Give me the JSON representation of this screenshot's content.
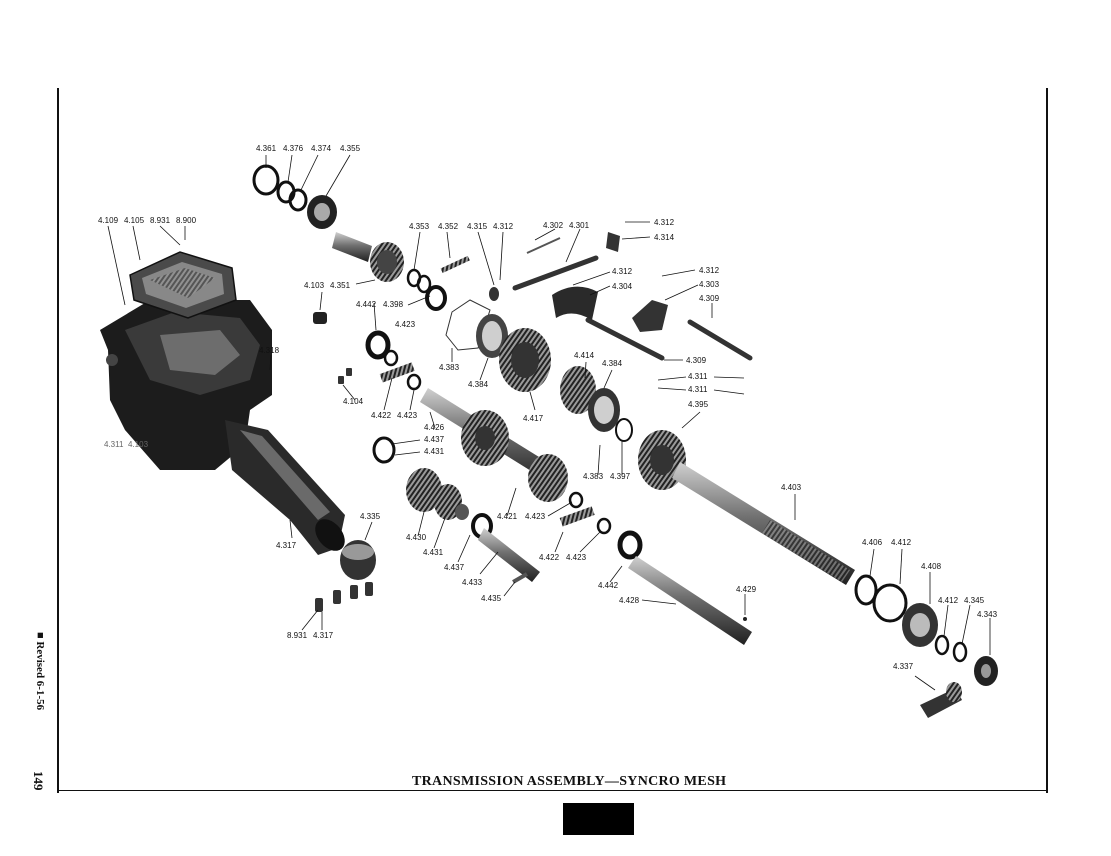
{
  "page": {
    "title": "TRANSMISSION ASSEMBLY—SYNCRO MESH",
    "page_number": "149",
    "revised": "■ Revised 6-1-56"
  },
  "labels": {
    "l4361": "4.361",
    "l4376": "4.376",
    "l4374": "4.374",
    "l4355": "4.355",
    "l4109": "4.109",
    "l4105": "4.105",
    "l8931a": "8.931",
    "l8900": "8.900",
    "l4353": "4.353",
    "l4352": "4.352",
    "l4315": "4.315",
    "l4312a": "4.312",
    "l4302": "4.302",
    "l4301": "4.301",
    "l4312b": "4.312",
    "l4314": "4.314",
    "l4103a": "4.103",
    "l4351": "4.351",
    "l4312c": "4.312",
    "l4304": "4.304",
    "l4312d": "4.312",
    "l4303": "4.303",
    "l4309a": "4.309",
    "l4442a": "4.442",
    "l4398": "4.398",
    "l4423a": "4.423",
    "l4318": "4.318",
    "l4383a": "4.383",
    "l4384a": "4.384",
    "l4414": "4.414",
    "l4384b": "4.384",
    "l4309b": "4.309",
    "l4311a": "4.311",
    "l4311b": "4.311",
    "l4395": "4.395",
    "l4104": "4.104",
    "l4422a": "4.422",
    "l4423b": "4.423",
    "l4417": "4.417",
    "l4426": "4.426",
    "l4437a": "4.437",
    "l4431a": "4.431",
    "l4311c": "4.311",
    "l4103b": "4.103",
    "l4383b": "4.383",
    "l4397": "4.397",
    "l4403": "4.403",
    "l4421": "4.421",
    "l4423c": "4.423",
    "l4335": "4.335",
    "l4317a": "4.317",
    "l4430": "4.430",
    "l4431b": "4.431",
    "l4437b": "4.437",
    "l4422b": "4.422",
    "l4423d": "4.423",
    "l4433": "4.433",
    "l4435": "4.435",
    "l4442b": "4.442",
    "l4428": "4.428",
    "l4429": "4.429",
    "l4406": "4.406",
    "l4412a": "4.412",
    "l4408": "4.408",
    "l4412b": "4.412",
    "l4345": "4.345",
    "l4343": "4.343",
    "l4337": "4.337",
    "l8931b": "8.931",
    "l4317b": "4.317"
  },
  "colors": {
    "ink": "#111111",
    "paper": "#ffffff",
    "metal_dark": "#2a2a2a",
    "metal_mid": "#6a6a6a",
    "metal_light": "#bdbdbd"
  }
}
